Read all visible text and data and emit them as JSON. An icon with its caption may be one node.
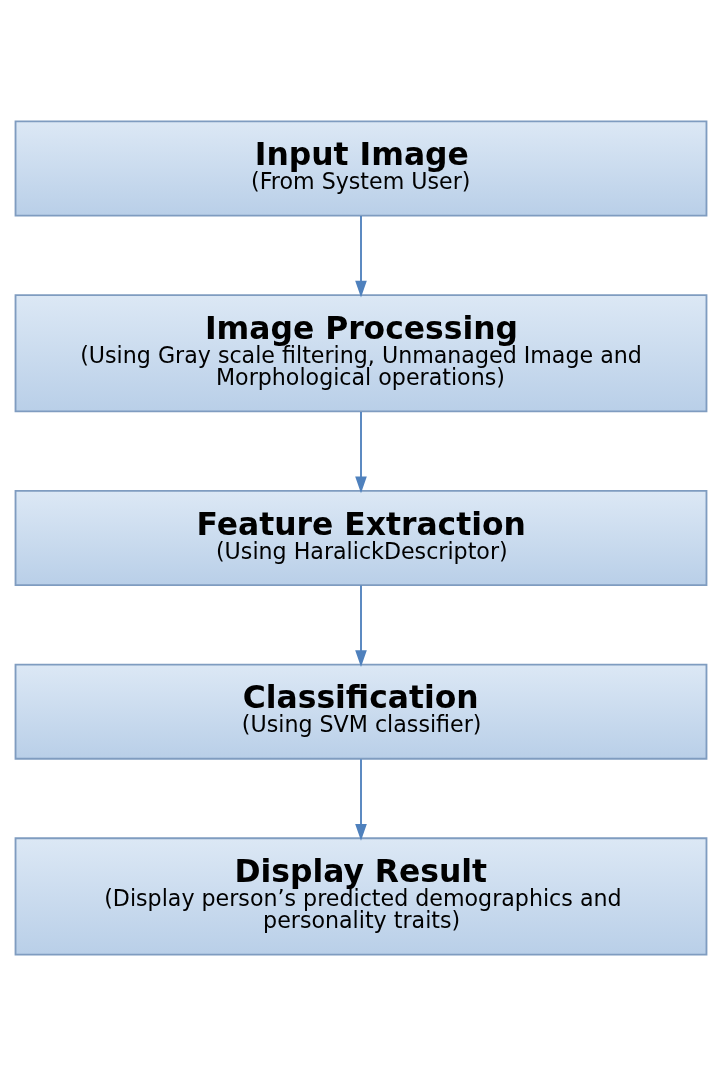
{
  "diagram": {
    "nodes": [
      {
        "text": [
          "Input Image",
          "(From System User)"
        ]
      },
      {
        "text": [
          "Image Processing",
          "(Using Gray scale filtering, Unmanaged Image and Morphological operations)"
        ]
      },
      {
        "text": [
          "Feature Extraction",
          "(Using HaralickDescriptor)"
        ]
      },
      {
        "text": [
          "Classification",
          "(Using SVM classifier)"
        ]
      },
      {
        "text": [
          "Display Result",
          "(Display person’s predicted demographics and personality traits)"
        ]
      }
    ],
    "edges": [
      {
        "from": 0,
        "to": 1,
        "arrow": "to"
      },
      {
        "from": 1,
        "to": 2,
        "arrow": "to"
      },
      {
        "from": 2,
        "to": 3,
        "arrow": "to"
      },
      {
        "from": 3,
        "to": 4,
        "arrow": "to"
      }
    ]
  }
}
